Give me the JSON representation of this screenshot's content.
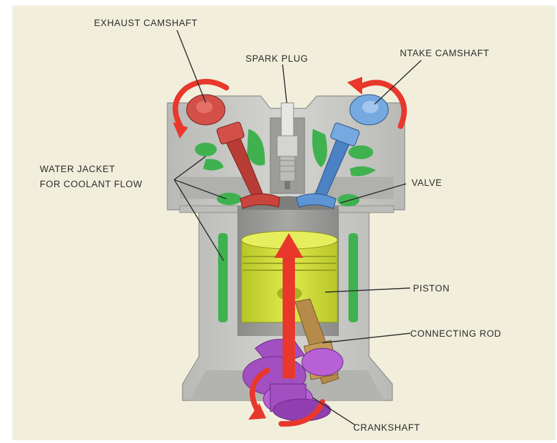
{
  "labels": {
    "exhaust_camshaft": "EXHAUST CAMSHAFT",
    "spark_plug": "SPARK PLUG",
    "intake_camshaft": "NTAKE CAMSHAFT",
    "water_jacket_line1": "WATER JACKET",
    "water_jacket_line2": "FOR COOLANT FLOW",
    "valve": "VALVE",
    "piston": "PISTON",
    "connecting_rod": "CONNECTING ROD",
    "crankshaft": "CRANKSHAFT"
  },
  "colors": {
    "background": "#f1efdc",
    "block": "#c9c9c6",
    "block_shadow": "#a9a9a6",
    "coolant": "#3fb24f",
    "exhaust": "#c8443c",
    "intake": "#5d94d4",
    "piston": "#d3df3a",
    "rod": "#b58a4a",
    "crank": "#a24fc2",
    "arrow": "#e8382b"
  }
}
